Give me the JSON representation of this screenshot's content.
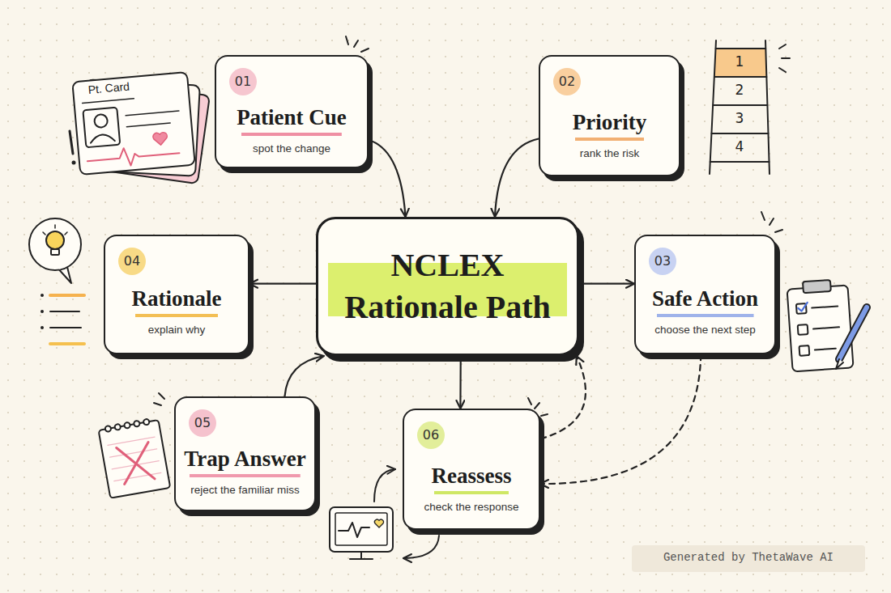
{
  "diagram": {
    "nodes": [
      {
        "text": [
          "01",
          "Patient Cue",
          "spot the change"
        ]
      },
      {
        "text": [
          "02",
          "Priority",
          "rank the risk"
        ]
      },
      {
        "text": [
          "04",
          "Rationale",
          "explain why"
        ]
      },
      {
        "text": [
          "NCLEX Rationale Path"
        ]
      },
      {
        "text": [
          "03",
          "Safe Action",
          "choose the next step"
        ]
      },
      {
        "text": [
          "05",
          "Trap Answer",
          "reject the familiar miss"
        ]
      },
      {
        "text": [
          "06",
          "Reassess",
          "check the response"
        ]
      }
    ],
    "edges": [
      {
        "from": 0,
        "to": 3,
        "arrow": "to"
      },
      {
        "from": 1,
        "to": 3,
        "arrow": "to"
      },
      {
        "from": 3,
        "to": 2,
        "arrow": "to"
      },
      {
        "from": 3,
        "to": 4,
        "arrow": "to"
      },
      {
        "from": 5,
        "to": 3,
        "arrow": "to"
      },
      {
        "from": 3,
        "to": 6,
        "arrow": "to"
      },
      {
        "from": 4,
        "to": 6,
        "arrow": "to"
      },
      {
        "from": 6,
        "to": 3,
        "arrow": "to"
      }
    ],
    "labels": [
      "Pt. Card",
      "1",
      "2",
      "3",
      "4",
      "Generated by ThetaWave AI"
    ]
  }
}
